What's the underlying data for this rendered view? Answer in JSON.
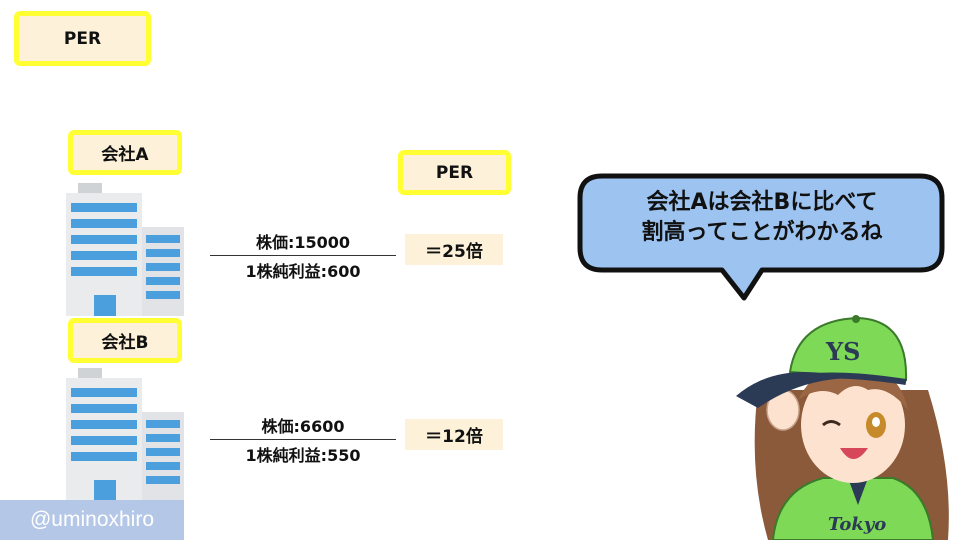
{
  "title": "PER",
  "per_header": "PER",
  "company_a": {
    "label": "会社A",
    "price": "株価:15000",
    "eps": "1株純利益:600",
    "result": "＝25倍"
  },
  "company_b": {
    "label": "会社B",
    "price": "株価:6600",
    "eps": "1株純利益:550",
    "result": "＝12倍"
  },
  "bubble": {
    "line1": "会社Aは会社Bに比べて",
    "line2": "割高ってことがわかるね"
  },
  "character": {
    "cap_logo": "YS",
    "jersey_text": "Tokyo"
  },
  "handle": "@uminoxhiro",
  "colors": {
    "box_border": "#ffff33",
    "box_fill": "#fdf2d9",
    "bubble_fill": "#9dc3f0",
    "building_blue": "#4a9fdc",
    "cap_green": "#7ed957",
    "handle_bg": "#b4c7e7"
  }
}
